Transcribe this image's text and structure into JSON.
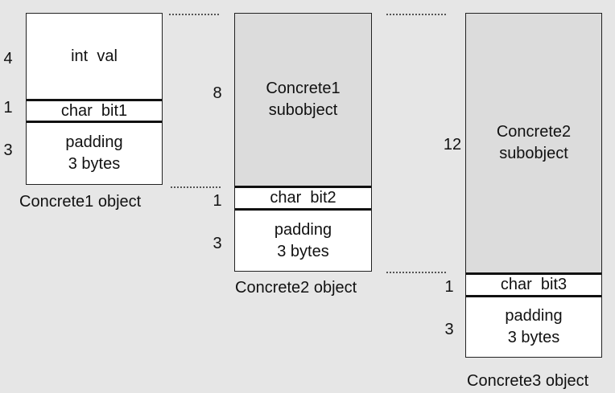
{
  "concrete1": {
    "caption": "Concrete1 object",
    "cells": [
      {
        "size": "4",
        "line1": "int  val",
        "line2": ""
      },
      {
        "size": "1",
        "line1": "char  bit1",
        "line2": ""
      },
      {
        "size": "3",
        "line1": "padding",
        "line2": "3 bytes"
      }
    ]
  },
  "concrete2": {
    "caption": "Concrete2 object",
    "cells": [
      {
        "size": "8",
        "line1": "Concrete1",
        "line2": "subobject"
      },
      {
        "size": "1",
        "line1": "char  bit2",
        "line2": ""
      },
      {
        "size": "3",
        "line1": "padding",
        "line2": "3 bytes"
      }
    ]
  },
  "concrete3": {
    "caption": "Concrete3 object",
    "cells": [
      {
        "size": "12",
        "line1": "Concrete2",
        "line2": "subobject"
      },
      {
        "size": "1",
        "line1": "char  bit3",
        "line2": ""
      },
      {
        "size": "3",
        "line1": "padding",
        "line2": "3 bytes"
      }
    ]
  },
  "colors": {
    "background": "#e6e6e6",
    "subobject_fill": "#dcdcdc",
    "field_fill": "#ffffff"
  }
}
